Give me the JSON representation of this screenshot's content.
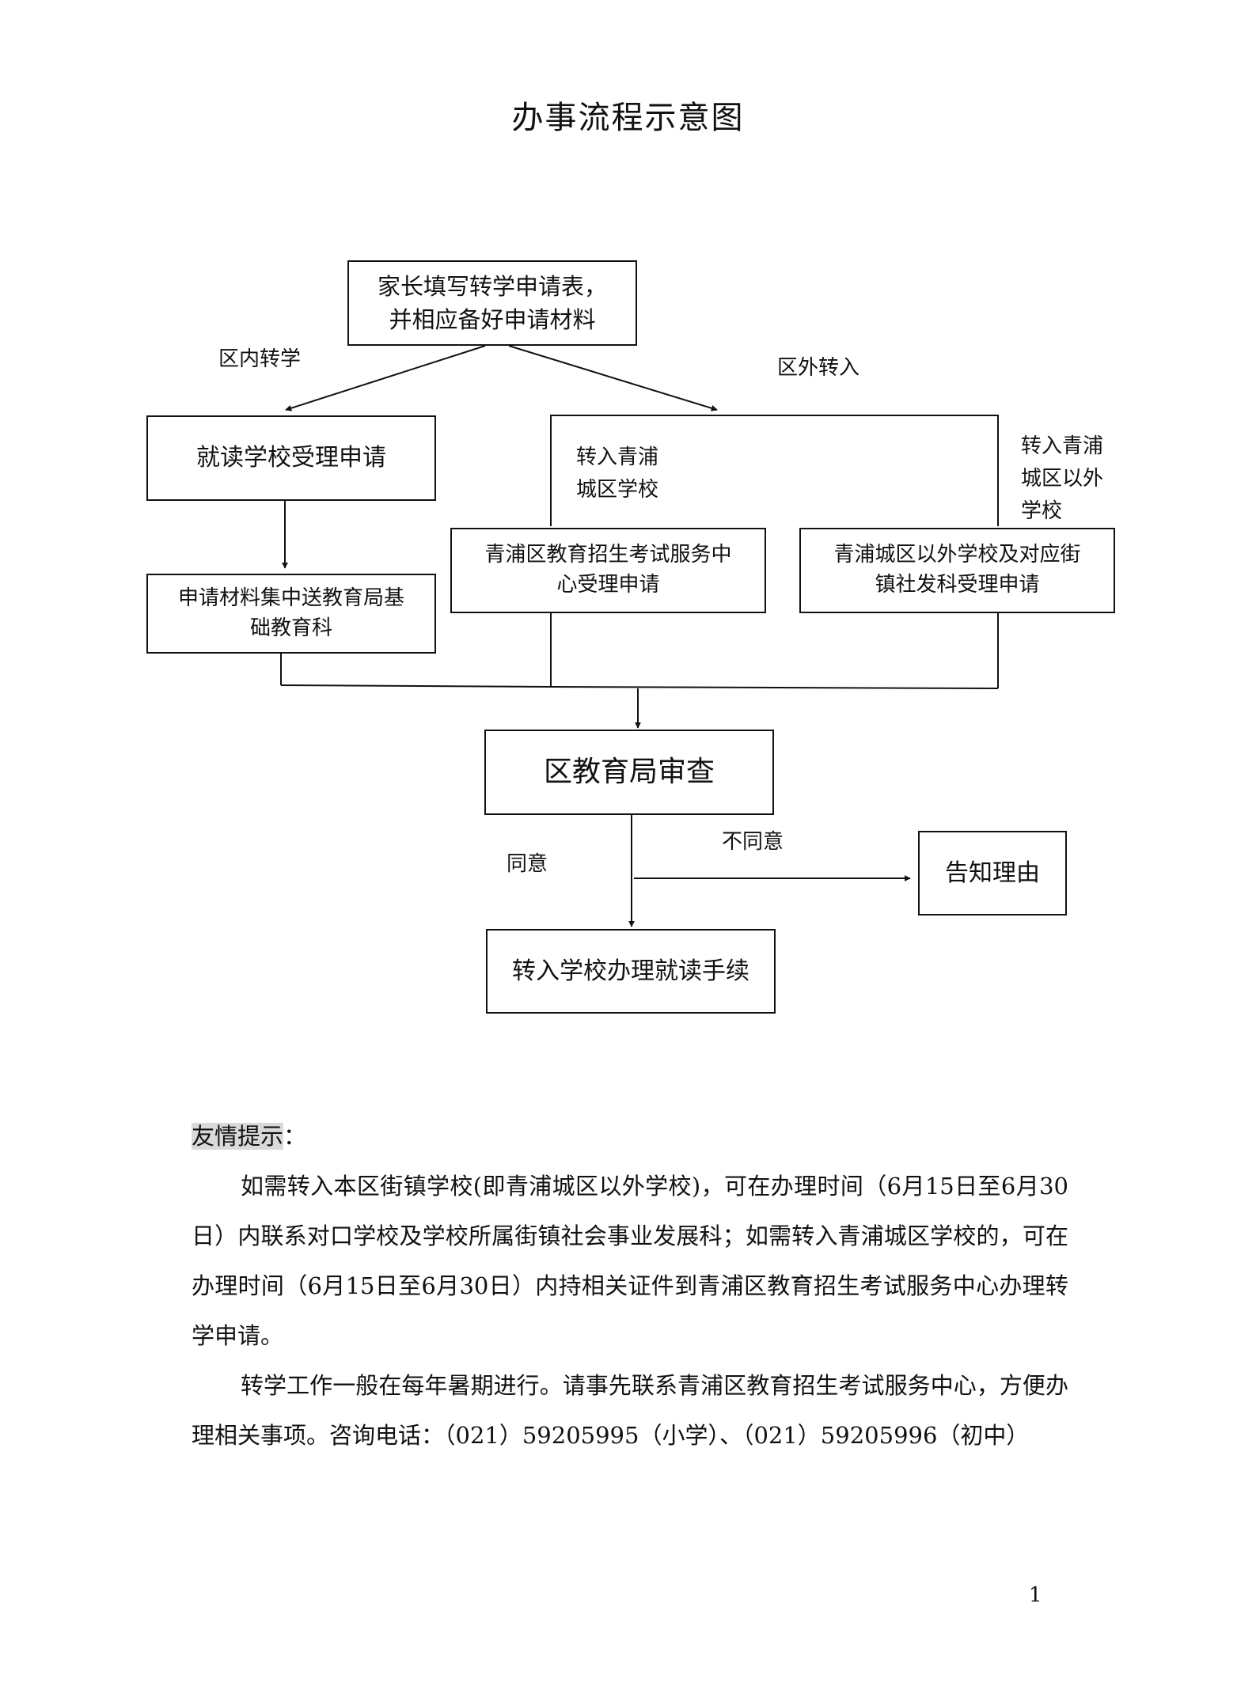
{
  "title": "办事流程示意图",
  "nodes": {
    "start": [
      "家长填写转学申请表，",
      "并相应备好申请材料"
    ],
    "school_accept": [
      "就读学校受理申请"
    ],
    "send_materials": [
      "申请材料集中送教育局基",
      "础教育科"
    ],
    "exam_center": [
      "青浦区教育招生考试服务中",
      "心受理申请"
    ],
    "outside_school": [
      "青浦城区以外学校及对应街",
      "镇社发科受理申请"
    ],
    "review": [
      "区教育局审查"
    ],
    "reason": [
      "告知理由"
    ],
    "procedure": [
      "转入学校办理就读手续"
    ]
  },
  "edge_labels": {
    "intra": "区内转学",
    "extra": "区外转入",
    "urban": [
      "转入青浦",
      "城区学校"
    ],
    "outside": [
      "转入青浦",
      "城区以外",
      "学校"
    ],
    "agree": "同意",
    "disagree": "不同意"
  },
  "tips": {
    "heading_highlight": "友情提示",
    "heading_rest": "：",
    "paragraphs": [
      "如需转入本区街镇学校(即青浦城区以外学校)，可在办理时间（6月15日至6月30日）内联系对口学校及学校所属街镇社会事业发展科；如需转入青浦城区学校的，可在办理时间（6月15日至6月30日）内持相关证件到青浦区教育招生考试服务中心办理转学申请。",
      "转学工作一般在每年暑期进行。请事先联系青浦区教育招生考试服务中心，方便办理相关事项。咨询电话：（021）59205995（小学）、（021）59205996（初中）"
    ]
  },
  "page_number": "1"
}
